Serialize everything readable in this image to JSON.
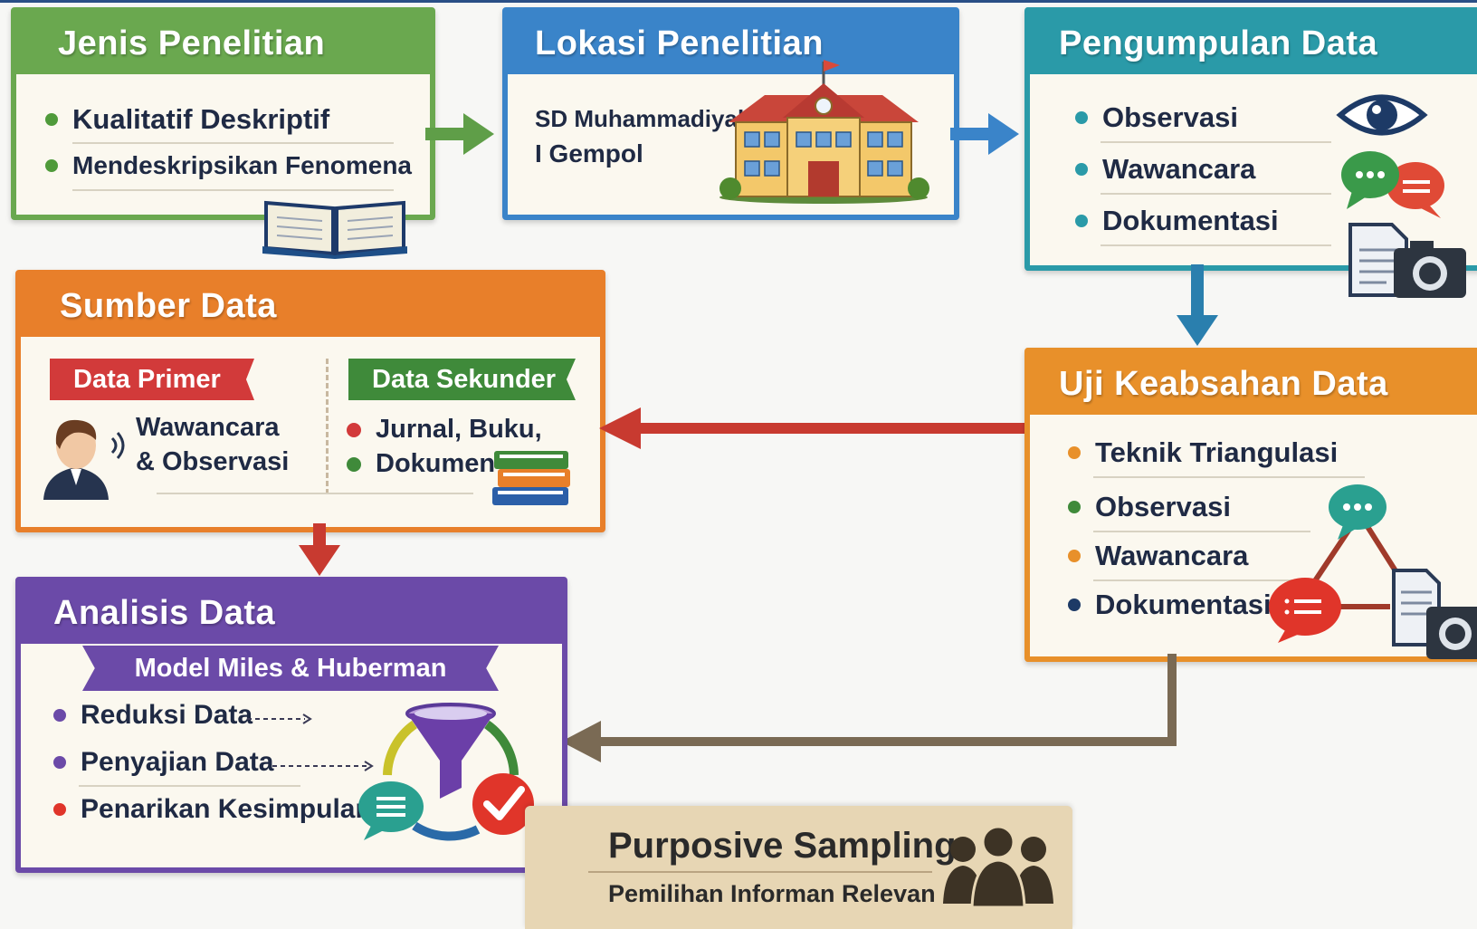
{
  "jenis": {
    "title": "Jenis Penelitian",
    "items": [
      "Kualitatif Deskriptif",
      "Mendeskripsikan Fenomena"
    ],
    "color": "#6aa84f"
  },
  "lokasi": {
    "title": "Lokasi Penelitian",
    "line1": "SD Muhammadiyah",
    "line2": "I Gempol",
    "color": "#3a84c9"
  },
  "pengumpulan": {
    "title": "Pengumpulan Data",
    "items": [
      "Observasi",
      "Wawancara",
      "Dokumentasi"
    ],
    "color": "#2a9aa8"
  },
  "sumber": {
    "title": "Sumber Data",
    "primer": {
      "label": "Data Primer",
      "line1": "Wawancara",
      "line2": "& Observasi"
    },
    "sekunder": {
      "label": "Data Sekunder",
      "line1": "Jurnal, Buku,",
      "line2": "Dokumen"
    },
    "color": "#e87f2a"
  },
  "uji": {
    "title": "Uji Keabsahan Data",
    "subtitle": "Teknik Triangulasi",
    "items": [
      "Observasi",
      "Wawancara",
      "Dokumentasi"
    ],
    "color": "#e8902a"
  },
  "analisis": {
    "title": "Analisis Data",
    "model": "Model Miles & Huberman",
    "items": [
      "Reduksi Data",
      "Penyajian Data",
      "Penarikan Kesimpulan"
    ],
    "color": "#6b4aa8"
  },
  "purposive": {
    "title": "Purposive Sampling",
    "subtitle": "Pemilihan Informan Relevan"
  },
  "icons": [
    "book-icon",
    "school-building-icon",
    "eye-icon",
    "chat-bubbles-icon",
    "document-camera-icon",
    "person-speaking-icon",
    "books-stack-icon",
    "triangulation-icon",
    "funnel-cycle-icon",
    "people-group-icon"
  ]
}
